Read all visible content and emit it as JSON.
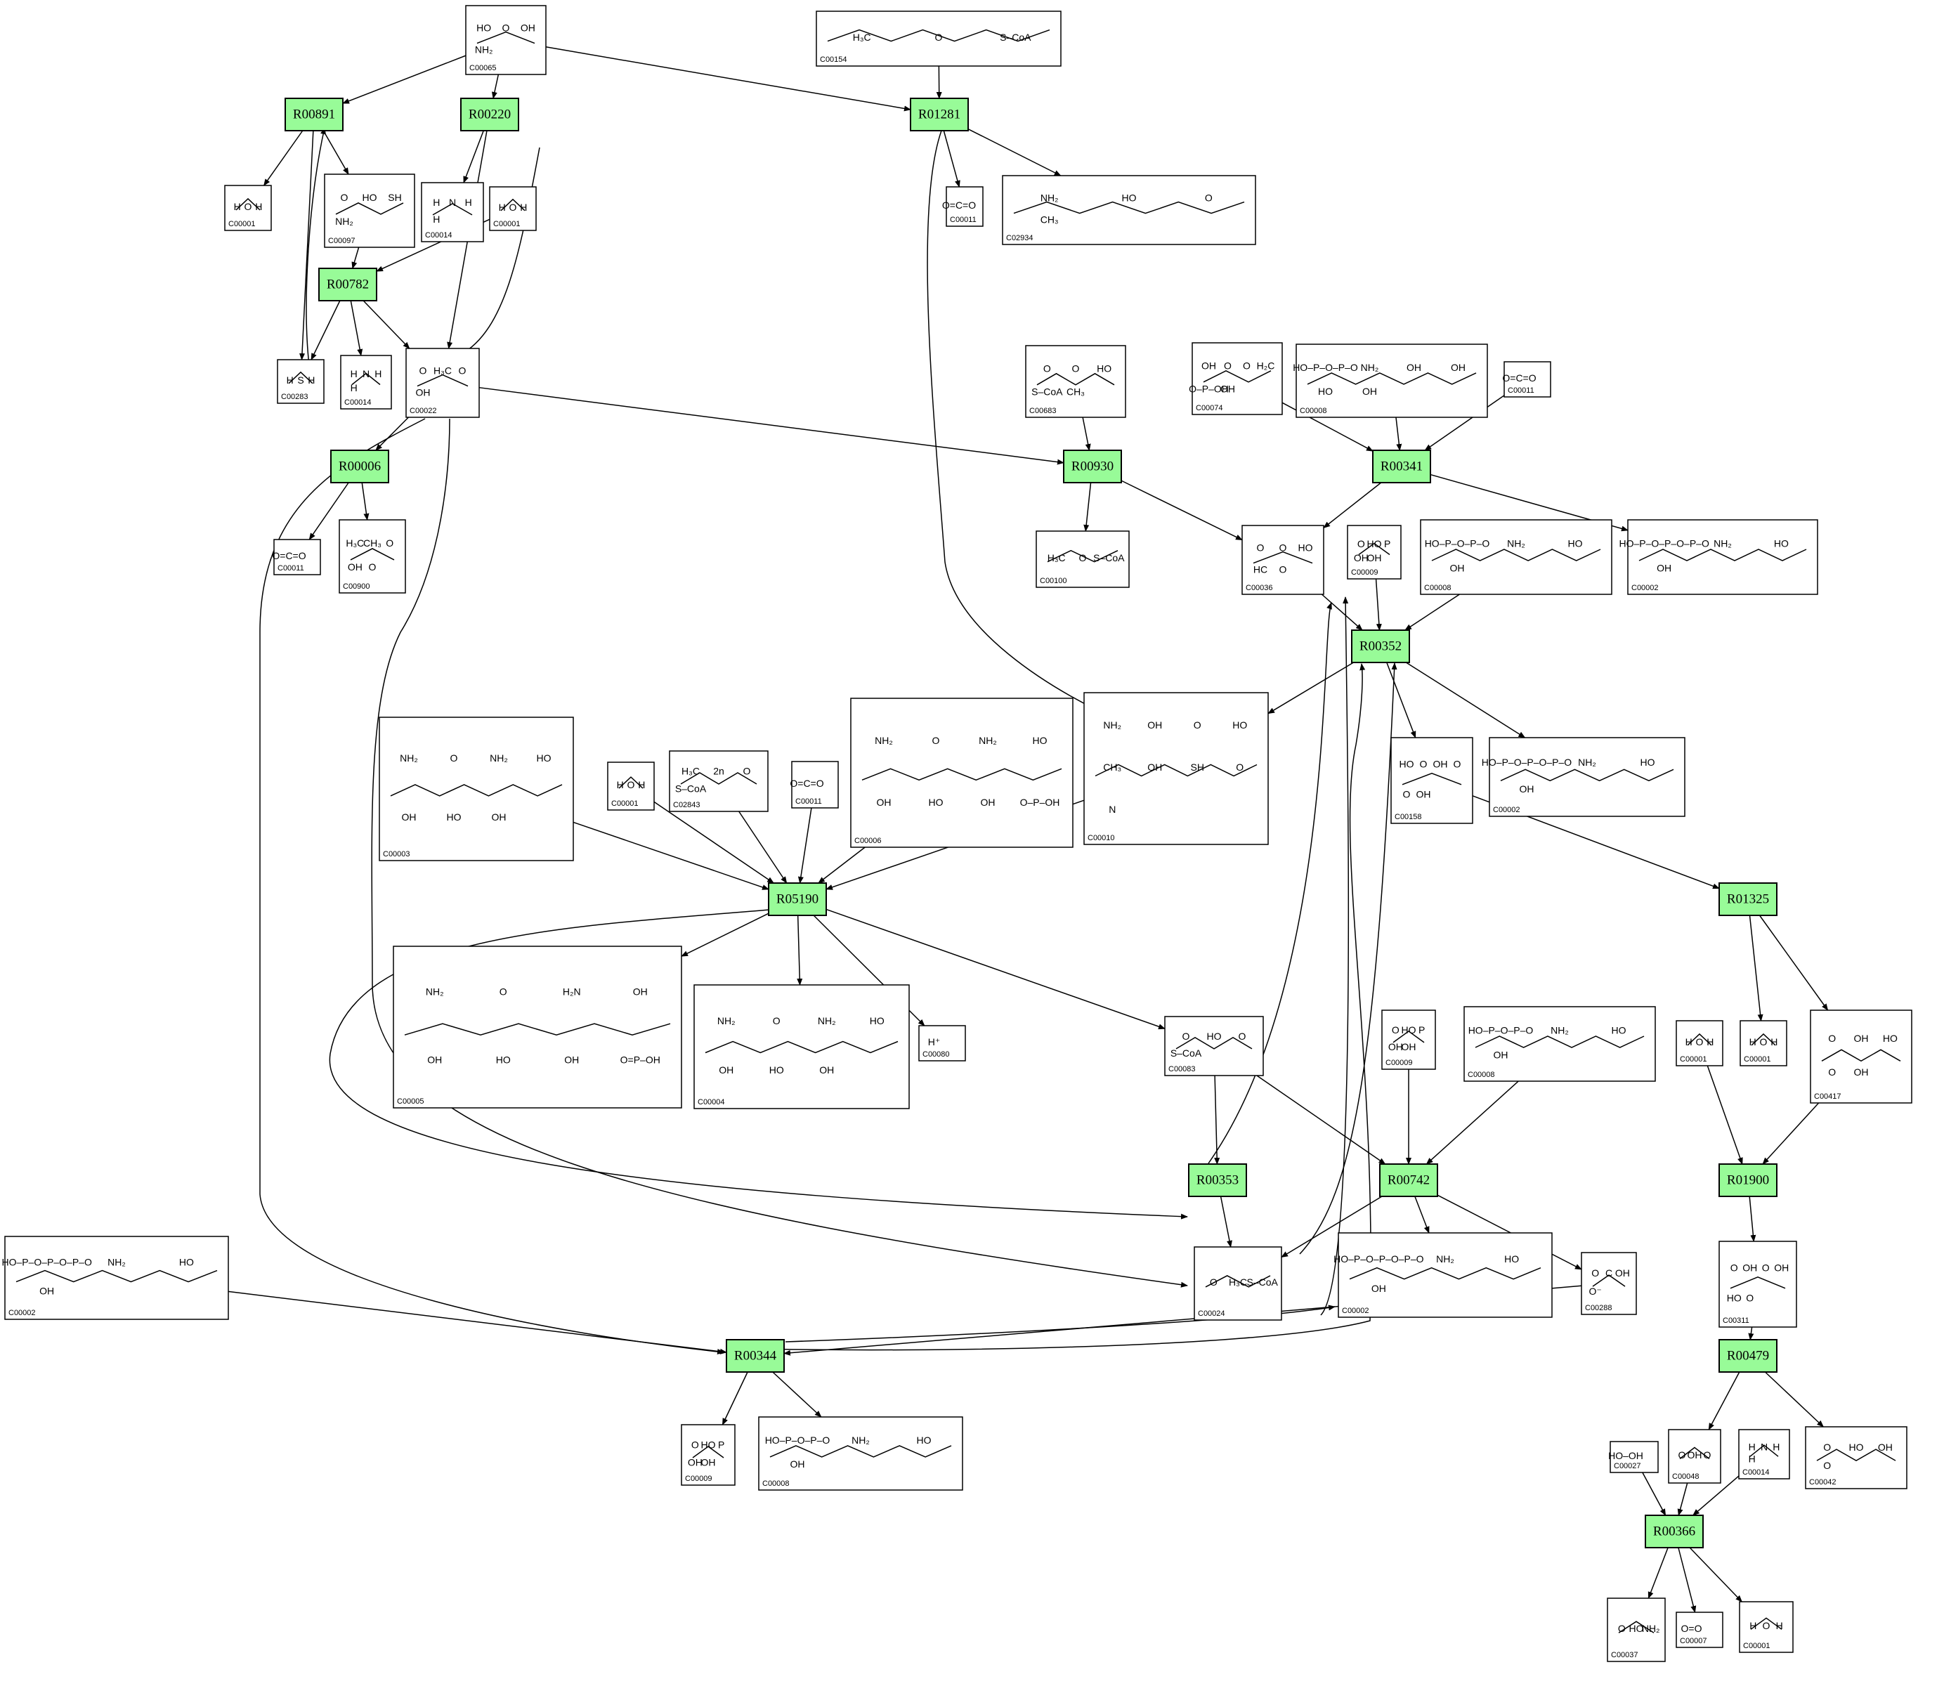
{
  "reactions": [
    {
      "id": "R00891",
      "label": "R00891"
    },
    {
      "id": "R00220",
      "label": "R00220"
    },
    {
      "id": "R01281",
      "label": "R01281"
    },
    {
      "id": "R00782",
      "label": "R00782"
    },
    {
      "id": "R00006",
      "label": "R00006"
    },
    {
      "id": "R00930",
      "label": "R00930"
    },
    {
      "id": "R00341",
      "label": "R00341"
    },
    {
      "id": "R00352",
      "label": "R00352"
    },
    {
      "id": "R05190",
      "label": "R05190"
    },
    {
      "id": "R01325",
      "label": "R01325"
    },
    {
      "id": "R00353",
      "label": "R00353"
    },
    {
      "id": "R00742",
      "label": "R00742"
    },
    {
      "id": "R01900",
      "label": "R01900"
    },
    {
      "id": "R00344",
      "label": "R00344"
    },
    {
      "id": "R00479",
      "label": "R00479"
    },
    {
      "id": "R00366",
      "label": "R00366"
    }
  ],
  "compounds": [
    {
      "key": "c00065",
      "label": "C00065",
      "struct": [
        "HO",
        "O",
        "OH",
        "NH₂"
      ]
    },
    {
      "key": "c00154",
      "label": "C00154",
      "struct": [
        "H₃C",
        "O",
        "S–CoA"
      ]
    },
    {
      "key": "c00001_a",
      "label": "C00001",
      "struct": [
        "H",
        "O",
        "H"
      ]
    },
    {
      "key": "c00097",
      "label": "C00097",
      "struct": [
        "O",
        "HO",
        "SH",
        "NH₂"
      ]
    },
    {
      "key": "c00014_a",
      "label": "C00014",
      "struct": [
        "H",
        "N",
        "H",
        "H"
      ]
    },
    {
      "key": "c00001_b",
      "label": "C00001",
      "struct": [
        "H",
        "O",
        "H"
      ]
    },
    {
      "key": "c00011_a",
      "label": "C00011",
      "struct": [
        "O=C=O"
      ]
    },
    {
      "key": "c02934",
      "label": "C02934",
      "struct": [
        "NH₂",
        "HO",
        "O",
        "CH₃"
      ]
    },
    {
      "key": "c00283",
      "label": "C00283",
      "struct": [
        "H",
        "S",
        "H"
      ]
    },
    {
      "key": "c00014_b",
      "label": "C00014",
      "struct": [
        "H",
        "N",
        "H",
        "H"
      ]
    },
    {
      "key": "c00022",
      "label": "C00022",
      "struct": [
        "O",
        "H₃C",
        "O",
        "OH"
      ]
    },
    {
      "key": "c00683",
      "label": "C00683",
      "struct": [
        "O",
        "O",
        "HO",
        "S–CoA",
        "CH₃"
      ]
    },
    {
      "key": "c00074",
      "label": "C00074",
      "struct": [
        "OH",
        "O",
        "O",
        "H₂C",
        "O–P–OH",
        "OH"
      ]
    },
    {
      "key": "c00008_a",
      "label": "C00008",
      "struct": [
        "HO–P–O–P–O",
        "NH₂",
        "OH",
        "OH",
        "HO",
        "OH"
      ]
    },
    {
      "key": "c00011_b",
      "label": "C00011",
      "struct": [
        "O=C=O"
      ]
    },
    {
      "key": "c00011_c",
      "label": "C00011",
      "struct": [
        "O=C=O"
      ]
    },
    {
      "key": "c00900",
      "label": "C00900",
      "struct": [
        "H₃C",
        "CH₃",
        "O",
        "OH",
        "O"
      ]
    },
    {
      "key": "c00100",
      "label": "C00100",
      "struct": [
        "H₃C",
        "O",
        "S–CoA"
      ]
    },
    {
      "key": "c00036",
      "label": "C00036",
      "struct": [
        "O",
        "O",
        "HO",
        "HC",
        "O"
      ]
    },
    {
      "key": "c00009_a",
      "label": "C00009",
      "struct": [
        "O",
        "HO",
        "P",
        "OH",
        "OH"
      ]
    },
    {
      "key": "c00008_b",
      "label": "C00008",
      "struct": [
        "HO–P–O–P–O",
        "NH₂",
        "HO",
        "OH"
      ]
    },
    {
      "key": "c00002_a",
      "label": "C00002",
      "struct": [
        "HO–P–O–P–O–P–O",
        "NH₂",
        "HO",
        "OH"
      ]
    },
    {
      "key": "c00003_a",
      "label": "C00003",
      "struct": [
        "NH₂",
        "O",
        "NH₂",
        "HO",
        "OH",
        "HO",
        "OH"
      ]
    },
    {
      "key": "c00001_c",
      "label": "C00001",
      "struct": [
        "H",
        "O",
        "H"
      ]
    },
    {
      "key": "c02843",
      "label": "C02843",
      "struct": [
        "H₃C",
        "2n",
        "O",
        "S–CoA"
      ]
    },
    {
      "key": "c00006",
      "label": "C00006",
      "struct": [
        "NH₂",
        "O",
        "NH₂",
        "HO",
        "OH",
        "HO",
        "OH",
        "O–P–OH"
      ]
    },
    {
      "key": "c00010",
      "label": "C00010",
      "struct": [
        "NH₂",
        "OH",
        "O",
        "HO",
        "CH₃",
        "OH",
        "SH",
        "O",
        "N"
      ]
    },
    {
      "key": "c00158",
      "label": "C00158",
      "struct": [
        "HO",
        "O",
        "OH",
        "O",
        "O",
        "OH"
      ]
    },
    {
      "key": "c00002_b",
      "label": "C00002",
      "struct": [
        "HO–P–O–P–O–P–O",
        "NH₂",
        "HO",
        "OH"
      ]
    },
    {
      "key": "c00005",
      "label": "C00005",
      "struct": [
        "NH₂",
        "O",
        "H₂N",
        "OH",
        "OH",
        "HO",
        "OH",
        "O=P–OH"
      ]
    },
    {
      "key": "c00004",
      "label": "C00004",
      "struct": [
        "NH₂",
        "O",
        "NH₂",
        "HO",
        "OH",
        "HO",
        "OH"
      ]
    },
    {
      "key": "c00080",
      "label": "C00080",
      "struct": [
        "H⁺"
      ]
    },
    {
      "key": "c00083",
      "label": "C00083",
      "struct": [
        "O",
        "HO",
        "O",
        "S–CoA"
      ]
    },
    {
      "key": "c00009_b",
      "label": "C00009",
      "struct": [
        "O",
        "HO",
        "P",
        "OH",
        "OH"
      ]
    },
    {
      "key": "c00008_c",
      "label": "C00008",
      "struct": [
        "HO–P–O–P–O",
        "NH₂",
        "HO",
        "OH"
      ]
    },
    {
      "key": "c00001_d",
      "label": "C00001",
      "struct": [
        "H",
        "O",
        "H"
      ]
    },
    {
      "key": "c00001_e",
      "label": "C00001",
      "struct": [
        "H",
        "O",
        "H"
      ]
    },
    {
      "key": "c00417",
      "label": "C00417",
      "struct": [
        "O",
        "OH",
        "HO",
        "O",
        "OH"
      ]
    },
    {
      "key": "c00002_c",
      "label": "C00002",
      "struct": [
        "HO–P–O–P–O–P–O",
        "NH₂",
        "HO",
        "OH"
      ]
    },
    {
      "key": "c00024",
      "label": "C00024",
      "struct": [
        "O",
        "H₃C",
        "S–CoA"
      ]
    },
    {
      "key": "c00002_d",
      "label": "C00002",
      "struct": [
        "HO–P–O–P–O–P–O",
        "NH₂",
        "HO",
        "OH"
      ]
    },
    {
      "key": "c00288",
      "label": "C00288",
      "struct": [
        "O",
        "C",
        "OH",
        "O⁻"
      ]
    },
    {
      "key": "c00311",
      "label": "C00311",
      "struct": [
        "O",
        "OH",
        "O",
        "OH",
        "HO",
        "O"
      ]
    },
    {
      "key": "c00009_c",
      "label": "C00009",
      "struct": [
        "O",
        "HO",
        "P",
        "OH",
        "OH"
      ]
    },
    {
      "key": "c00008_d",
      "label": "C00008",
      "struct": [
        "HO–P–O–P–O",
        "NH₂",
        "HO",
        "OH"
      ]
    },
    {
      "key": "c00027",
      "label": "C00027",
      "struct": [
        "HO–OH"
      ]
    },
    {
      "key": "c00048",
      "label": "C00048",
      "struct": [
        "O",
        "OH",
        "O"
      ]
    },
    {
      "key": "c00014_c",
      "label": "C00014",
      "struct": [
        "H",
        "N",
        "H",
        "H"
      ]
    },
    {
      "key": "c00042",
      "label": "C00042",
      "struct": [
        "O",
        "HO",
        "OH",
        "O"
      ]
    },
    {
      "key": "c00037",
      "label": "C00037",
      "struct": [
        "O",
        "HO",
        "NH₂"
      ]
    },
    {
      "key": "c00007",
      "label": "C00007",
      "struct": [
        "O=O"
      ]
    },
    {
      "key": "c00001_f",
      "label": "C00001",
      "struct": [
        "H",
        "O",
        "H"
      ]
    }
  ]
}
